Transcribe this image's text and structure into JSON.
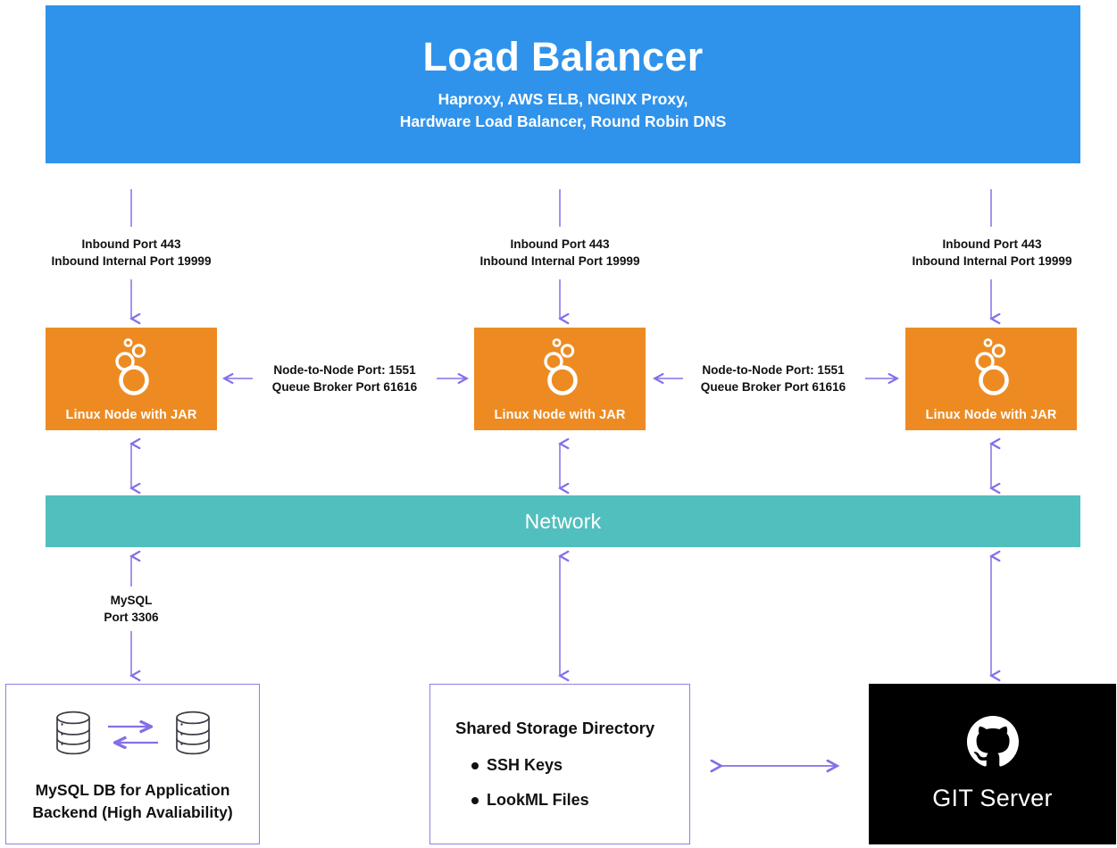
{
  "load_balancer": {
    "title": "Load Balancer",
    "subtitle_line1": "Haproxy, AWS ELB, NGINX Proxy,",
    "subtitle_line2": "Hardware Load Balancer, Round Robin DNS",
    "color": "#2f93ec"
  },
  "nodes": [
    {
      "label": "Linux Node with JAR",
      "icon": "looker-logo-icon",
      "color": "#ed8b22"
    },
    {
      "label": "Linux Node with JAR",
      "icon": "looker-logo-icon",
      "color": "#ed8b22"
    },
    {
      "label": "Linux Node with JAR",
      "icon": "looker-logo-icon",
      "color": "#ed8b22"
    }
  ],
  "inbound_labels": [
    {
      "line1": "Inbound Port 443",
      "line2": "Inbound Internal Port 19999"
    },
    {
      "line1": "Inbound Port 443",
      "line2": "Inbound Internal Port 19999"
    },
    {
      "line1": "Inbound Port 443",
      "line2": "Inbound Internal Port 19999"
    }
  ],
  "node_to_node_labels": [
    {
      "line1": "Node-to-Node Port: 1551",
      "line2": "Queue Broker Port 61616"
    },
    {
      "line1": "Node-to-Node Port: 1551",
      "line2": "Queue Broker Port 61616"
    }
  ],
  "network": {
    "label": "Network",
    "color": "#51bfbd"
  },
  "mysql_link": {
    "line1": "MySQL",
    "line2": "Port 3306"
  },
  "mysql_db": {
    "caption_line1": "MySQL DB for Application",
    "caption_line2": "Backend (High Avaliability)",
    "icon": "database-cylinder-icon",
    "border_color": "#8f7ee8"
  },
  "shared_storage": {
    "title": "Shared Storage Directory",
    "items": [
      "SSH Keys",
      "LookML Files"
    ],
    "border_color": "#8f7ee8"
  },
  "git_server": {
    "label": "GIT Server",
    "icon": "github-octocat-icon",
    "background": "#000000"
  },
  "arrow_color": "#8370e8"
}
